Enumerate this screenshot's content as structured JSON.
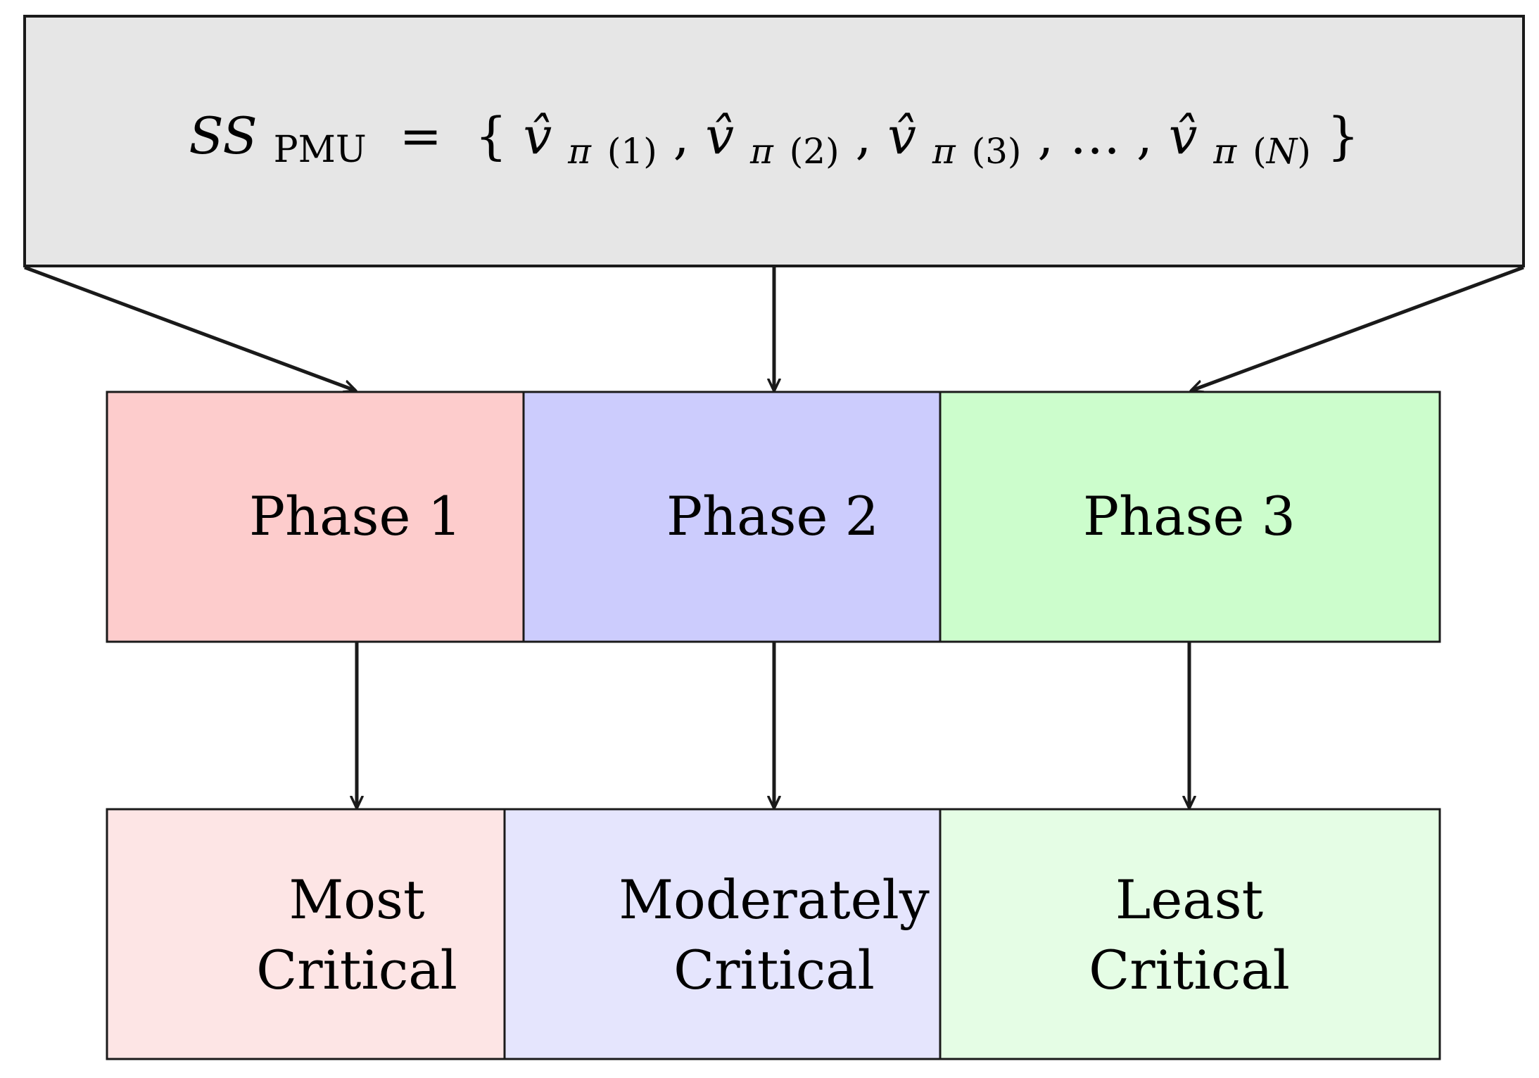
{
  "formula": {
    "lhs_main": "SS",
    "lhs_sub": "PMU",
    "equals": "=",
    "open_brace": "{",
    "close_brace": "}",
    "var": "v̂",
    "pi": "π",
    "comma": ",",
    "ellipsis": "…",
    "indices": [
      "1",
      "2",
      "3",
      "N"
    ]
  },
  "phases": [
    {
      "label": "Phase 1",
      "color": "#fdcccc"
    },
    {
      "label": "Phase 2",
      "color": "#ccccfd"
    },
    {
      "label": "Phase 3",
      "color": "#ccfdcc"
    }
  ],
  "criticality": [
    {
      "line1": "Most",
      "line2": "Critical",
      "color": "#fde5e5"
    },
    {
      "line1": "Moderately",
      "line2": "Critical",
      "color": "#e5e5fd"
    },
    {
      "line1": "Least",
      "line2": "Critical",
      "color": "#e5fde5"
    }
  ],
  "colors": {
    "top_box": "#e6e6e6",
    "stroke": "#1a1a1a"
  }
}
